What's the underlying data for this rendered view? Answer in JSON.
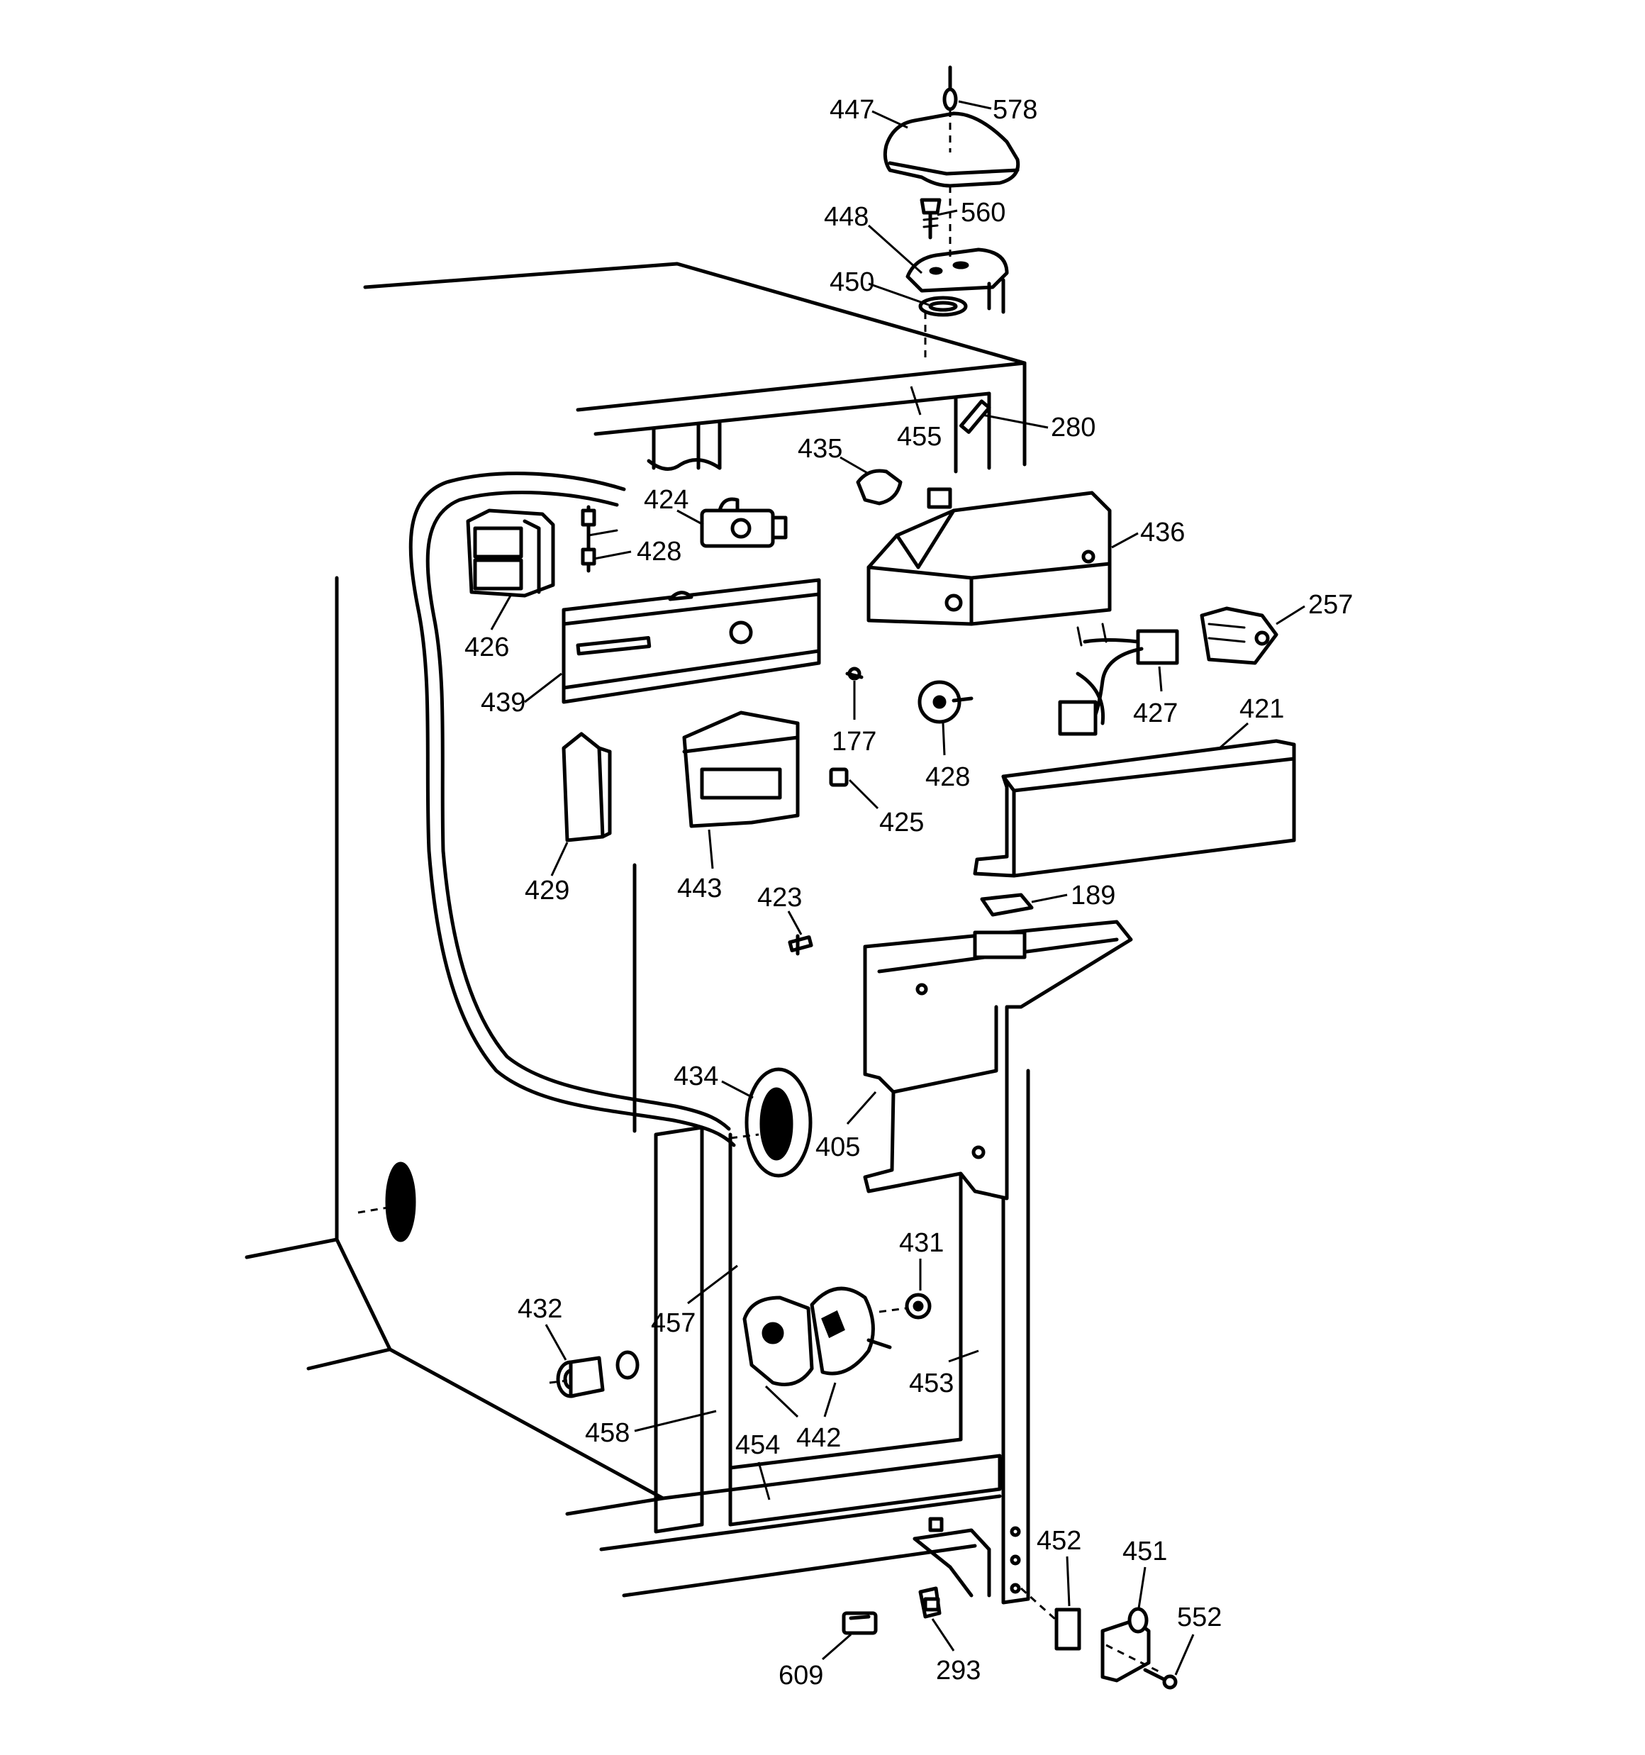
{
  "labels": [
    {
      "id": "578",
      "text": "578"
    },
    {
      "id": "447",
      "text": "447"
    },
    {
      "id": "560",
      "text": "560"
    },
    {
      "id": "448",
      "text": "448"
    },
    {
      "id": "450",
      "text": "450"
    },
    {
      "id": "280",
      "text": "280"
    },
    {
      "id": "455",
      "text": "455"
    },
    {
      "id": "435",
      "text": "435"
    },
    {
      "id": "436",
      "text": "436"
    },
    {
      "id": "424",
      "text": "424"
    },
    {
      "id": "428a",
      "text": "428"
    },
    {
      "id": "426",
      "text": "426"
    },
    {
      "id": "257",
      "text": "257"
    },
    {
      "id": "439",
      "text": "439"
    },
    {
      "id": "177",
      "text": "177"
    },
    {
      "id": "428b",
      "text": "428"
    },
    {
      "id": "427",
      "text": "427"
    },
    {
      "id": "421",
      "text": "421"
    },
    {
      "id": "425",
      "text": "425"
    },
    {
      "id": "429",
      "text": "429"
    },
    {
      "id": "443",
      "text": "443"
    },
    {
      "id": "423",
      "text": "423"
    },
    {
      "id": "189",
      "text": "189"
    },
    {
      "id": "434",
      "text": "434"
    },
    {
      "id": "405",
      "text": "405"
    },
    {
      "id": "431",
      "text": "431"
    },
    {
      "id": "432",
      "text": "432"
    },
    {
      "id": "457",
      "text": "457"
    },
    {
      "id": "453",
      "text": "453"
    },
    {
      "id": "442",
      "text": "442"
    },
    {
      "id": "458",
      "text": "458"
    },
    {
      "id": "454",
      "text": "454"
    },
    {
      "id": "452",
      "text": "452"
    },
    {
      "id": "451",
      "text": "451"
    },
    {
      "id": "552",
      "text": "552"
    },
    {
      "id": "609",
      "text": "609"
    },
    {
      "id": "293",
      "text": "293"
    }
  ]
}
